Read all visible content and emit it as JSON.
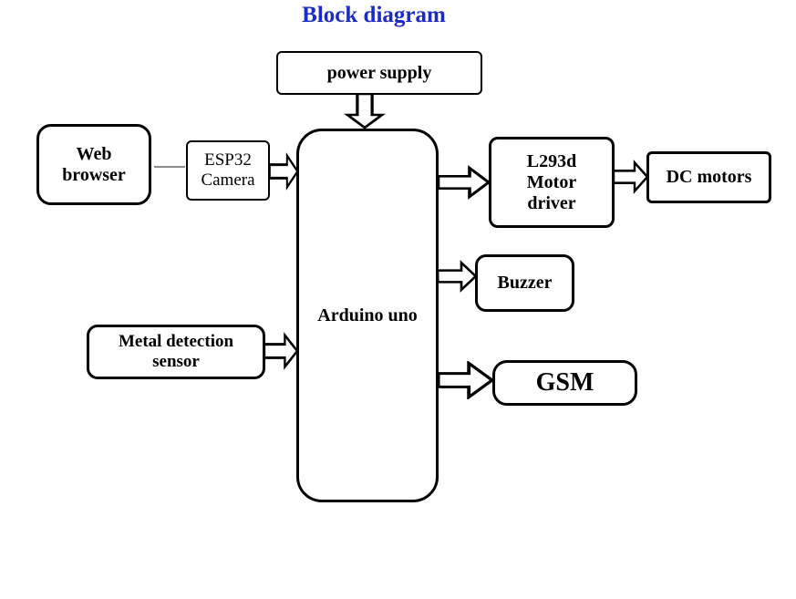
{
  "title": "Block diagram",
  "colors": {
    "title_text": "#1b2ac8",
    "box_border": "#000000",
    "box_fill": "#ffffff",
    "arrow_fill": "#ffffff",
    "arrow_stroke": "#000000"
  },
  "nodes": {
    "power_supply": {
      "label": "power supply"
    },
    "web_browser": {
      "label": "Web browser"
    },
    "esp32_camera": {
      "label": "ESP32 Camera"
    },
    "arduino_uno": {
      "label": "Arduino uno"
    },
    "l293d": {
      "label": "L293d Motor driver"
    },
    "dc_motors": {
      "label": "DC motors"
    },
    "buzzer": {
      "label": "Buzzer"
    },
    "gsm": {
      "label": "GSM"
    },
    "metal_sensor": {
      "label": "Metal detection sensor"
    }
  },
  "connections": [
    {
      "from": "power_supply",
      "to": "arduino_uno",
      "style": "block-arrow-down"
    },
    {
      "from": "web_browser",
      "to": "esp32_camera",
      "style": "plain-line"
    },
    {
      "from": "esp32_camera",
      "to": "arduino_uno",
      "style": "block-arrow-right"
    },
    {
      "from": "arduino_uno",
      "to": "l293d",
      "style": "block-arrow-right"
    },
    {
      "from": "l293d",
      "to": "dc_motors",
      "style": "block-arrow-right"
    },
    {
      "from": "arduino_uno",
      "to": "buzzer",
      "style": "block-arrow-right"
    },
    {
      "from": "arduino_uno",
      "to": "gsm",
      "style": "block-arrow-right"
    },
    {
      "from": "metal_sensor",
      "to": "arduino_uno",
      "style": "block-arrow-right"
    }
  ]
}
